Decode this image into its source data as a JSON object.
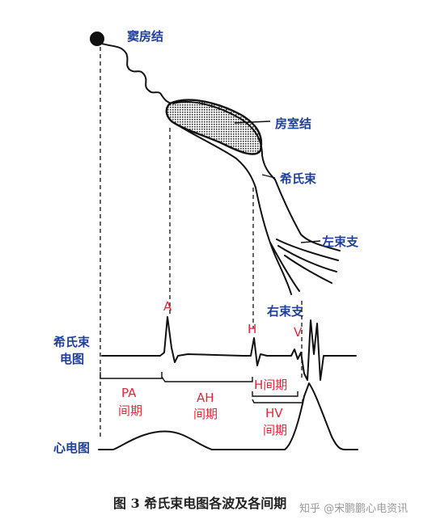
{
  "labels": {
    "sa_node": "窦房结",
    "av_node": "房室结",
    "his_bundle": "希氏束",
    "left_bundle": "左束支",
    "right_bundle": "右束支",
    "his_ecg_line1": "希氏束",
    "his_ecg_line2": "电图",
    "surface_ecg": "心电图"
  },
  "waves": {
    "a": "A",
    "h": "H",
    "v": "V"
  },
  "intervals": {
    "pa_line1": "PA",
    "pa_line2": "间期",
    "ah_line1": "AH",
    "ah_line2": "间期",
    "h_interval": "H间期",
    "hv_line1": "HV",
    "hv_line2": "间期"
  },
  "caption": "图 3   希氏束电图各波及各间期",
  "watermark": "知乎 @宋鹏鹏心电资讯",
  "colors": {
    "label_blue": "#1f3f9e",
    "wave_red": "#e0283a"
  }
}
